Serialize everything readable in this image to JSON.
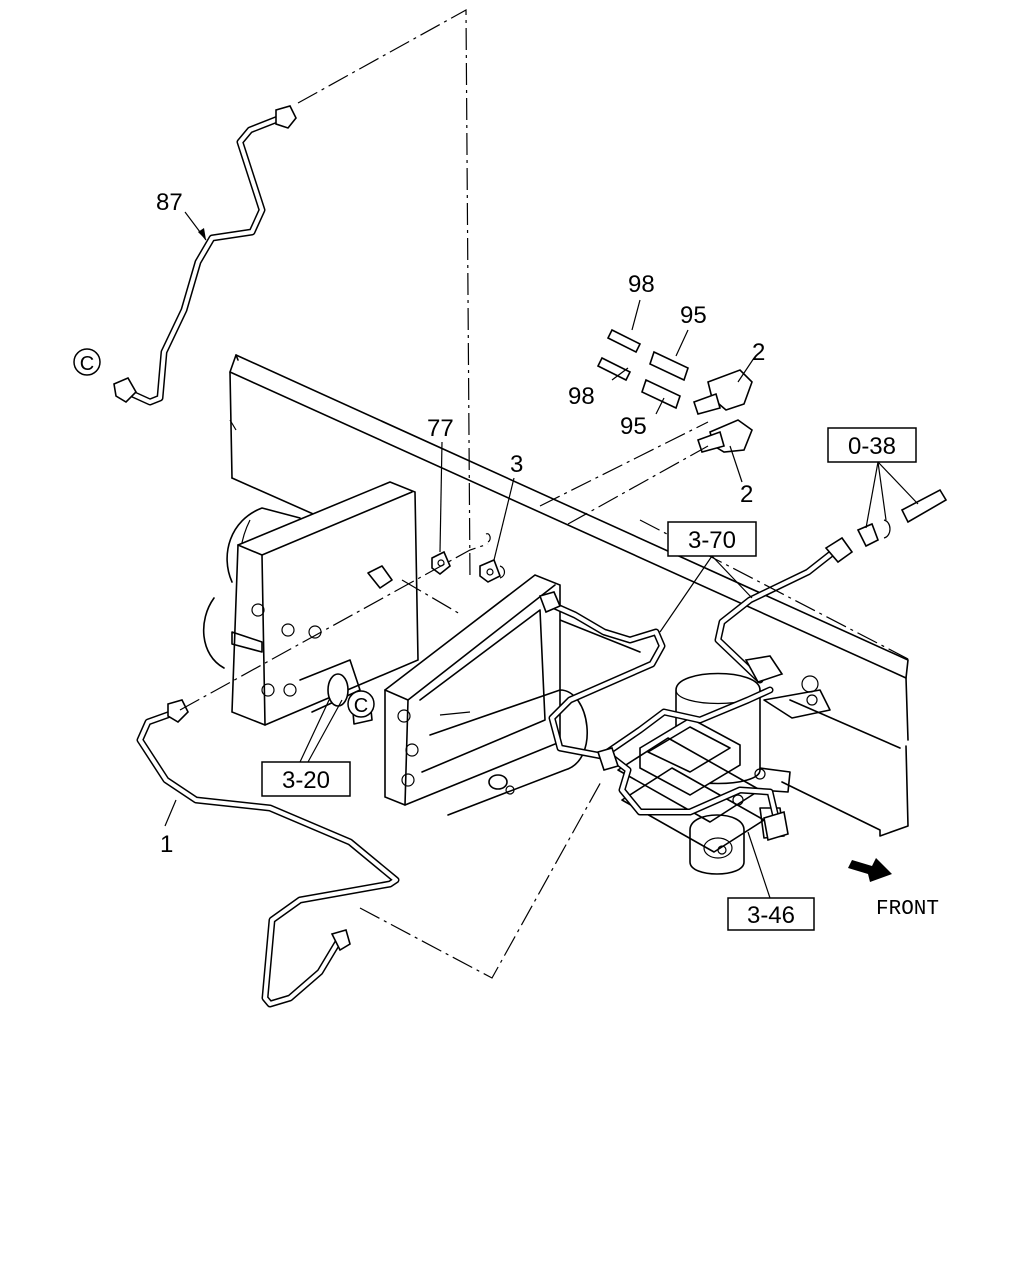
{
  "callouts": {
    "c87": "87",
    "c98a": "98",
    "c95a": "95",
    "c2a": "2",
    "c98b": "98",
    "c95b": "95",
    "c77": "77",
    "c3": "3",
    "c2b": "2",
    "c1": "1"
  },
  "refs": {
    "r038": "0-38",
    "r370": "3-70",
    "r320": "3-20",
    "r346": "3-46"
  },
  "connectors": {
    "c_top": "C",
    "c_mid": "C"
  },
  "direction": {
    "label": "FRONT",
    "icon": "arrow-icon"
  }
}
